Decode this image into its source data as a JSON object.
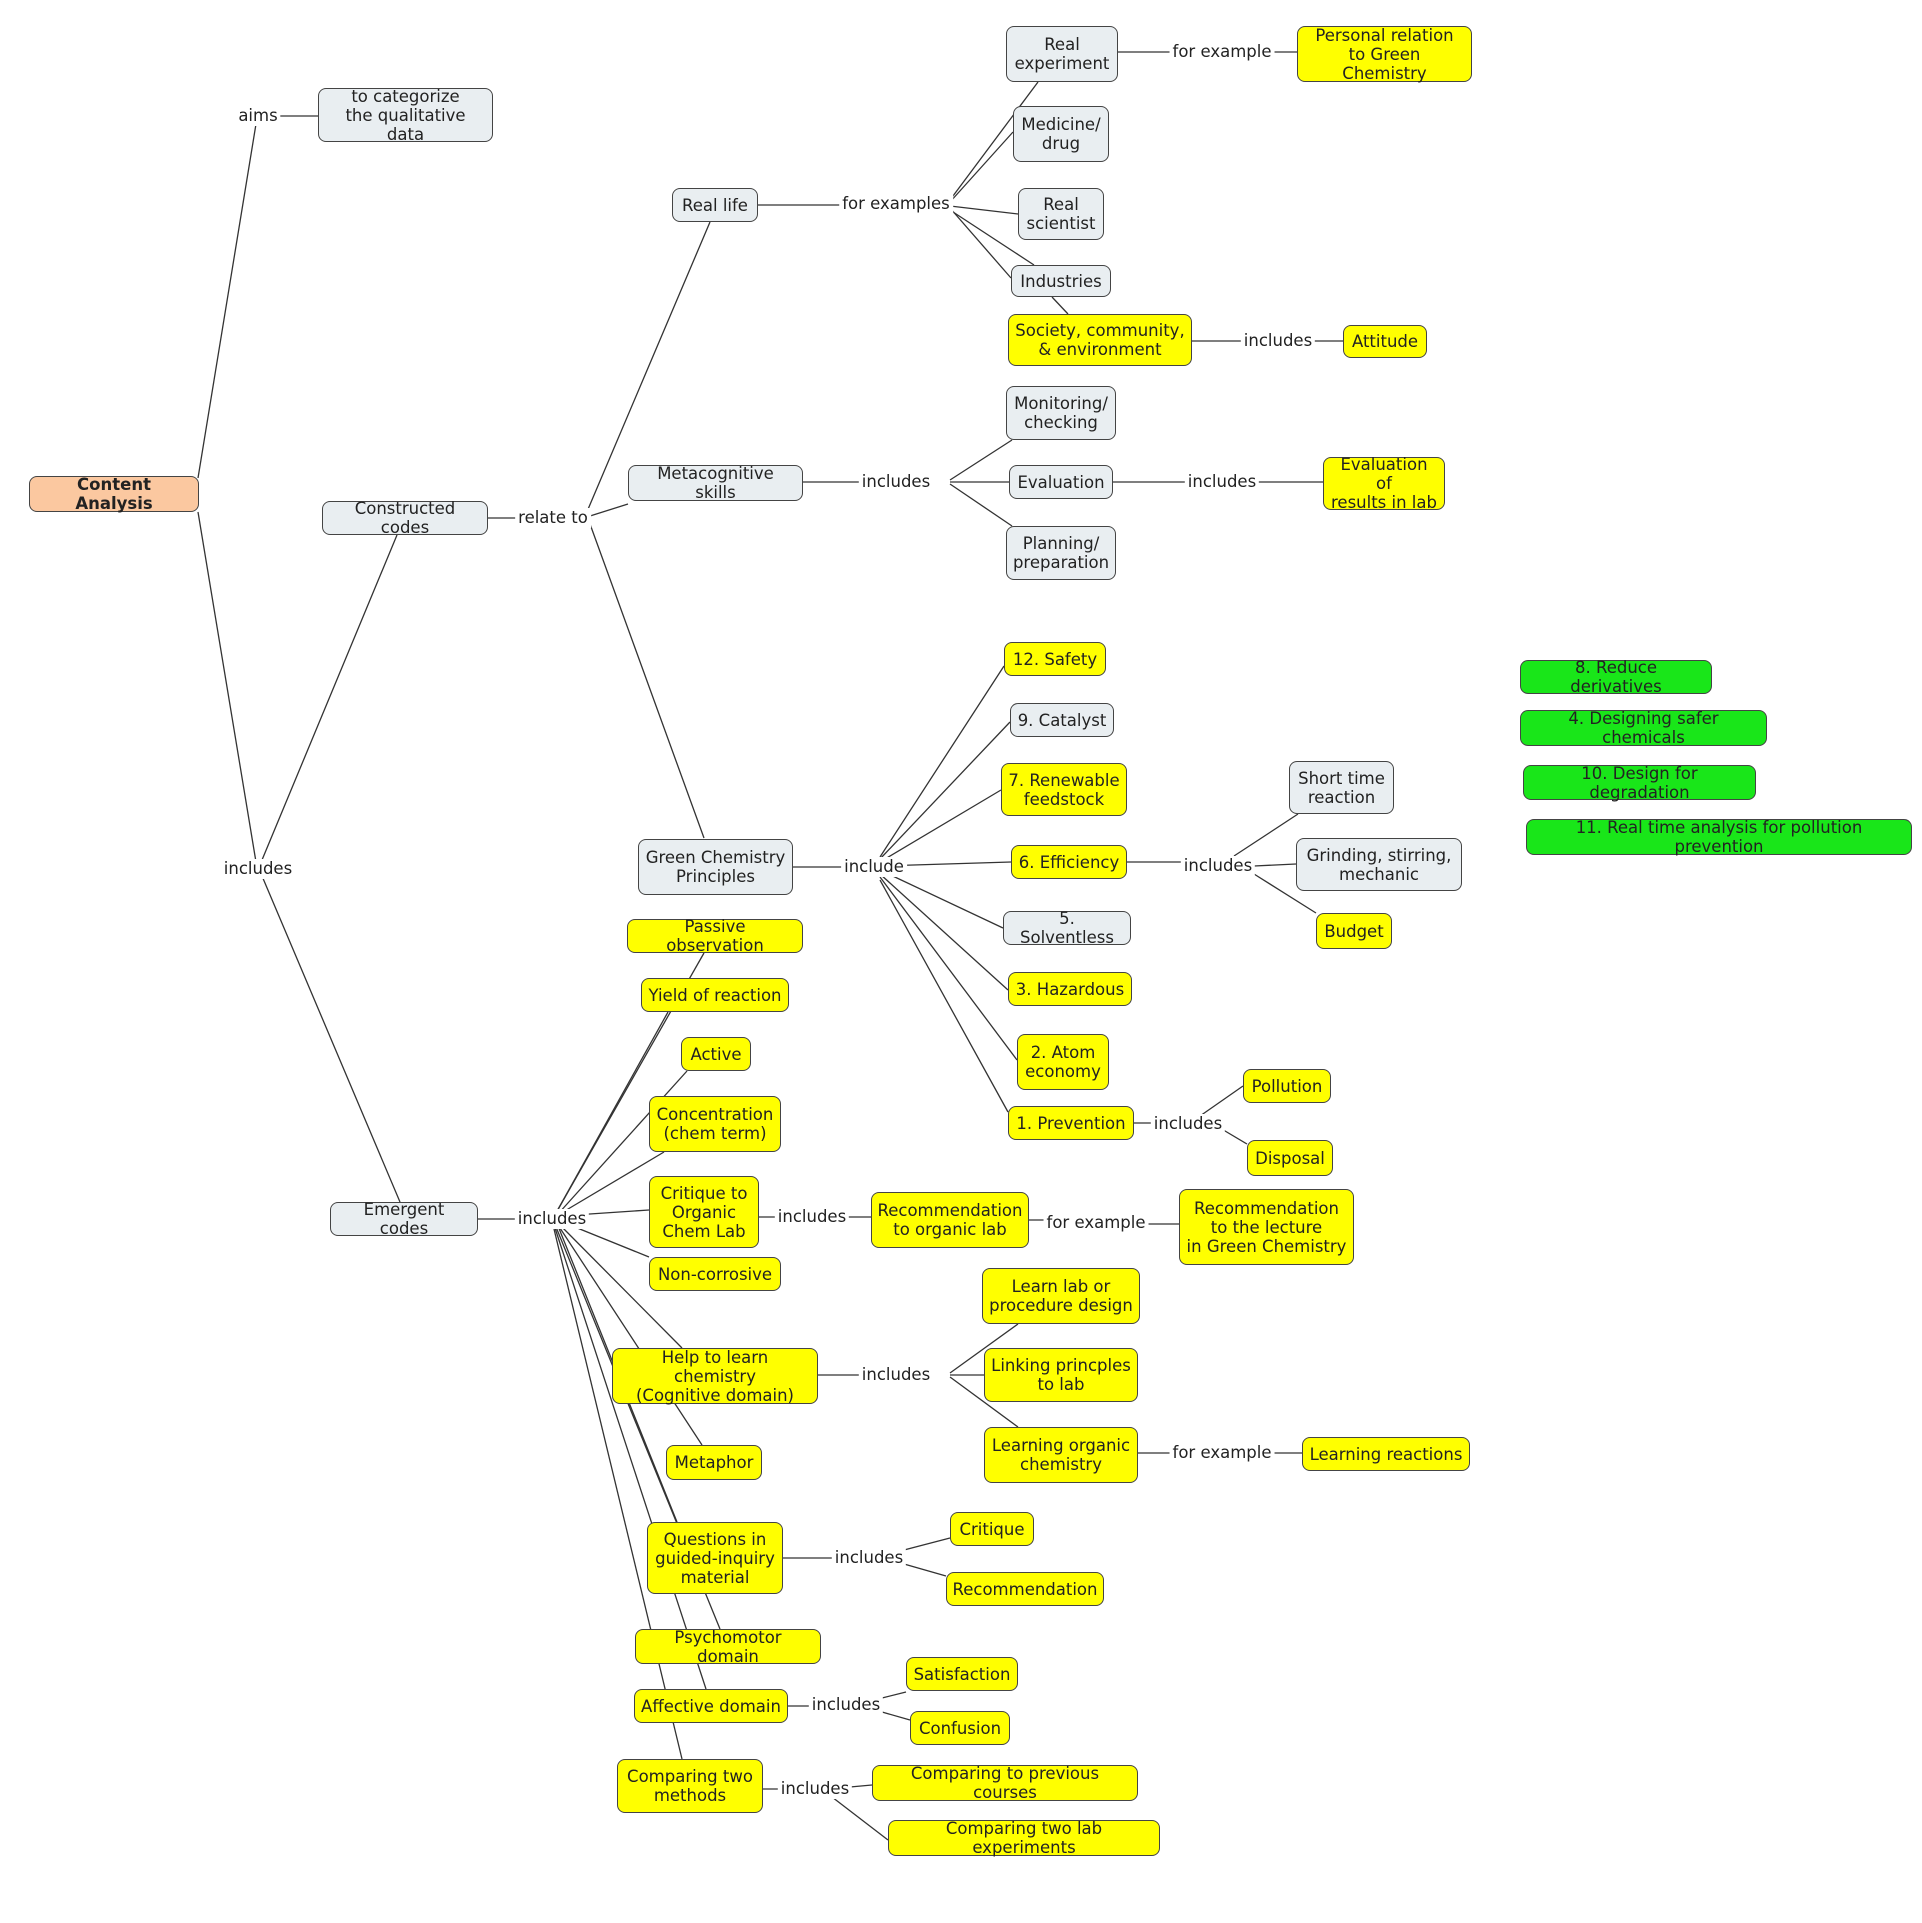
{
  "colors": {
    "concept_gray": "#e9eef1",
    "concept_yellow": "#ffff00",
    "concept_green": "#19e619",
    "root_orange": "#fbc8a0",
    "line": "#333333"
  },
  "concepts": {
    "content_analysis": "Content Analysis",
    "categorize": "to categorize\nthe qualitative data",
    "constructed_codes": "Constructed codes",
    "emergent_codes": "Emergent codes",
    "real_life": "Real life",
    "metacognitive": "Metacognitive skills",
    "gcp": "Green Chemistry\nPrinciples",
    "real_experiment": "Real\nexperiment",
    "personal_relation": "Personal relation\nto Green Chemistry",
    "medicine": "Medicine/\ndrug",
    "real_scientist": "Real\nscientist",
    "industries": "Industries",
    "society": "Society, community,\n& environment",
    "attitude": "Attitude",
    "monitoring": "Monitoring/\nchecking",
    "evaluation": "Evaluation",
    "evaluation_results": "Evaluation of\nresults in lab",
    "planning": "Planning/\npreparation",
    "safety": "12. Safety",
    "catalyst": "9. Catalyst",
    "renewable": "7. Renewable\nfeedstock",
    "efficiency": "6. Efficiency",
    "short_time": "Short time\nreaction",
    "grinding": "Grinding, stirring,\nmechanic",
    "budget": "Budget",
    "solventless": "5. Solventless",
    "hazardous": "3. Hazardous",
    "atom_economy": "2. Atom\neconomy",
    "prevention": "1. Prevention",
    "pollution": "Pollution",
    "disposal": "Disposal",
    "reduce_derivatives": "8. Reduce derivatives",
    "safer_chemicals": "4. Designing safer chemicals",
    "degradation": "10. Design for degradation",
    "real_time": "11. Real time analysis for pollution prevention",
    "passive": "Passive observation",
    "yield": "Yield of reaction",
    "active": "Active",
    "concentration": "Concentration\n(chem term)",
    "critique_organic": "Critique to\nOrganic\nChem Lab",
    "recommendation_lab": "Recommendation\nto organic lab",
    "recommendation_lecture": "Recommendation\nto the lecture\nin Green Chemistry",
    "noncorrosive": "Non-corrosive",
    "help_learn": "Help to learn chemistry\n(Cognitive domain)",
    "learn_lab_design": "Learn lab or\nprocedure design",
    "linking": "Linking princples\nto lab",
    "learning_organic": "Learning organic\nchemistry",
    "learning_reactions": "Learning reactions",
    "metaphor": "Metaphor",
    "questions": "Questions in\nguided-inquiry\nmaterial",
    "critique": "Critique",
    "recommendation": "Recommendation",
    "psychomotor": "Psychomotor domain",
    "affective": "Affective domain",
    "satisfaction": "Satisfaction",
    "confusion": "Confusion",
    "comparing_two": "Comparing two\nmethods",
    "comparing_previous": "Comparing to previous courses",
    "comparing_lab": "Comparing two lab experiments"
  },
  "links": {
    "aims": "aims",
    "includes_main": "includes",
    "relate_to": "relate to",
    "for_examples": "for examples",
    "for_example_real": "for example",
    "includes_society": "includes",
    "includes_meta": "includes",
    "includes_eval": "includes",
    "include_gcp": "include",
    "includes_eff": "includes",
    "includes_prev": "includes",
    "includes_emergent": "includes",
    "includes_critique": "includes",
    "for_example_rec": "for example",
    "includes_help": "includes",
    "for_example_learn": "for example",
    "includes_questions": "includes",
    "includes_affective": "includes",
    "includes_comparing": "includes"
  }
}
